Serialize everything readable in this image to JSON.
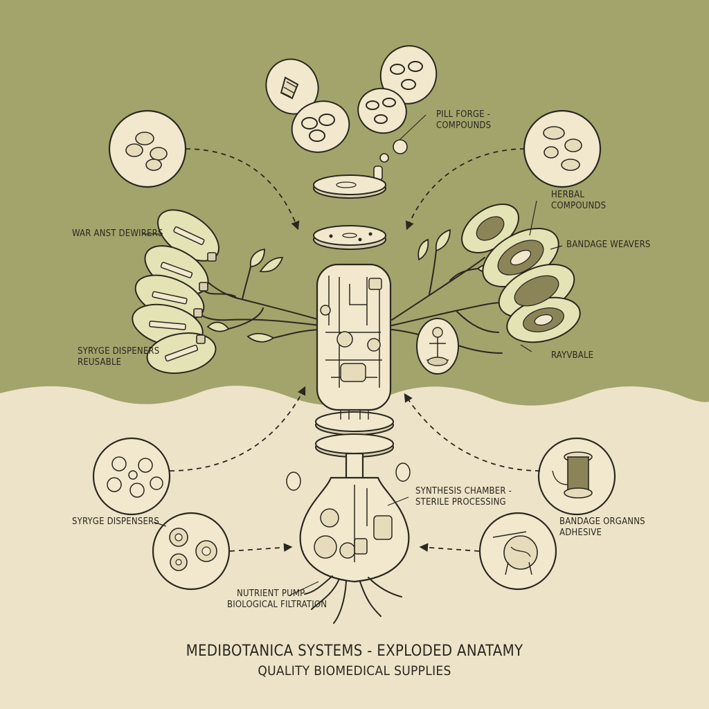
{
  "labels": {
    "pill_forge": [
      "PILL FORGE -",
      "COMPOUNDS"
    ],
    "herbal": [
      "HERBAL",
      "COMPOUNDS"
    ],
    "bandage_weavers": [
      "BANDAGE WEAVERS"
    ],
    "rayvable": [
      "RAYVBALE"
    ],
    "war_dewirers": [
      "WAR ANST DEWIRERS"
    ],
    "syringe_reusable": [
      "SYRYGE DISPENERS",
      "REUSABLE"
    ],
    "syringe_dispensers": [
      "SYRYGE DISPENSERS"
    ],
    "synthesis": [
      "SYNTHESIS CHAMBER -",
      "STERILE PROCESSING"
    ],
    "bandage_organs": [
      "BANDAGE ORGANNS",
      "ADHESIVE"
    ],
    "nutrient": [
      "NUTRIENT PUMP",
      "BIOLOGICAL FILTRATION"
    ]
  },
  "title": {
    "main": "MEDIBOTANICA SYSTEMS - EXPLODED ANATAMY",
    "sub": "QUALITY BIOMEDICAL SUPPLIES"
  },
  "colors": {
    "sky": "#a2a46c",
    "ground": "#ede3c8",
    "ink": "#2a271f",
    "paper": "#f1e8cd",
    "pod_fill": "#e4e3b5"
  }
}
